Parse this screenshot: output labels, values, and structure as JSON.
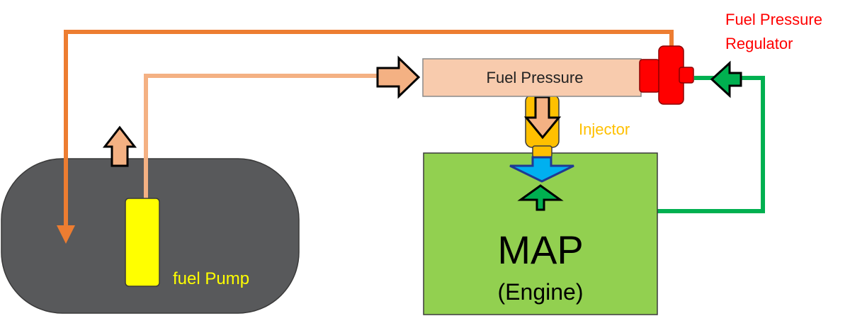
{
  "labels": {
    "fuel_pressure": "Fuel Pressure",
    "regulator_line1": "Fuel Pressure",
    "regulator_line2": "Regulator",
    "injector": "Injector",
    "map": "MAP",
    "engine": "(Engine)",
    "fuel_pump": "fuel Pump"
  },
  "colors": {
    "return_line": "#ed7d31",
    "supply_line": "#f4b183",
    "vacuum_line": "#00b050",
    "tank": "#58595b",
    "pump": "#ffff00",
    "rail": "#f8cbad",
    "regulator": "#ff0000",
    "injector": "#ffc000",
    "engine": "#92d050",
    "spray": "#00b0f0",
    "regulator_text": "#ff0000",
    "injector_text": "#ffc000",
    "pump_text": "#ffff00"
  }
}
